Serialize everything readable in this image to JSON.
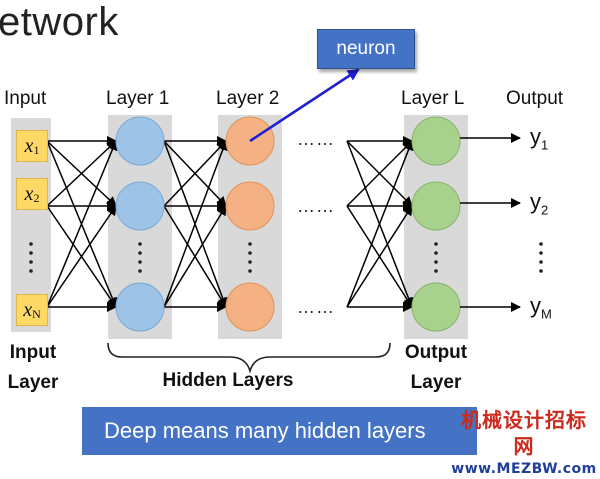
{
  "title": "etwork",
  "headers": {
    "input": "Input",
    "layer1": "Layer 1",
    "layer2": "Layer 2",
    "layerL": "Layer L",
    "output": "Output"
  },
  "callout": "neuron",
  "inputs": [
    {
      "base": "x",
      "sub": "1"
    },
    {
      "base": "x",
      "sub": "2"
    },
    {
      "base": "x",
      "sub": "N"
    }
  ],
  "outputs": [
    {
      "base": "y",
      "sub": "1"
    },
    {
      "base": "y",
      "sub": "2"
    },
    {
      "base": "y",
      "sub": "M"
    }
  ],
  "ellipsis_horizontal": "……",
  "bottom_labels": {
    "input_layer_line1": "Input",
    "input_layer_line2": "Layer",
    "hidden_layers": "Hidden Layers",
    "output_layer_line1": "Output",
    "output_layer_line2": "Layer"
  },
  "banner": "Deep means many hidden layers",
  "watermark": {
    "line1": "机械设计招标网",
    "line2": "www.MEZBW.com"
  },
  "colors": {
    "layer1_node": "#9dc3e6",
    "layer2_node": "#f4b183",
    "output_node": "#a9d18e",
    "panel": "#d9d9d9",
    "input_box": "#ffd966",
    "callout_bg": "#4472c4",
    "pointer_line": "#1f1fd6"
  },
  "icons": {
    "vertical_ellipsis": "vertical-dots-icon",
    "output_arrow": "arrow-right-icon",
    "brace": "curly-brace-icon"
  }
}
